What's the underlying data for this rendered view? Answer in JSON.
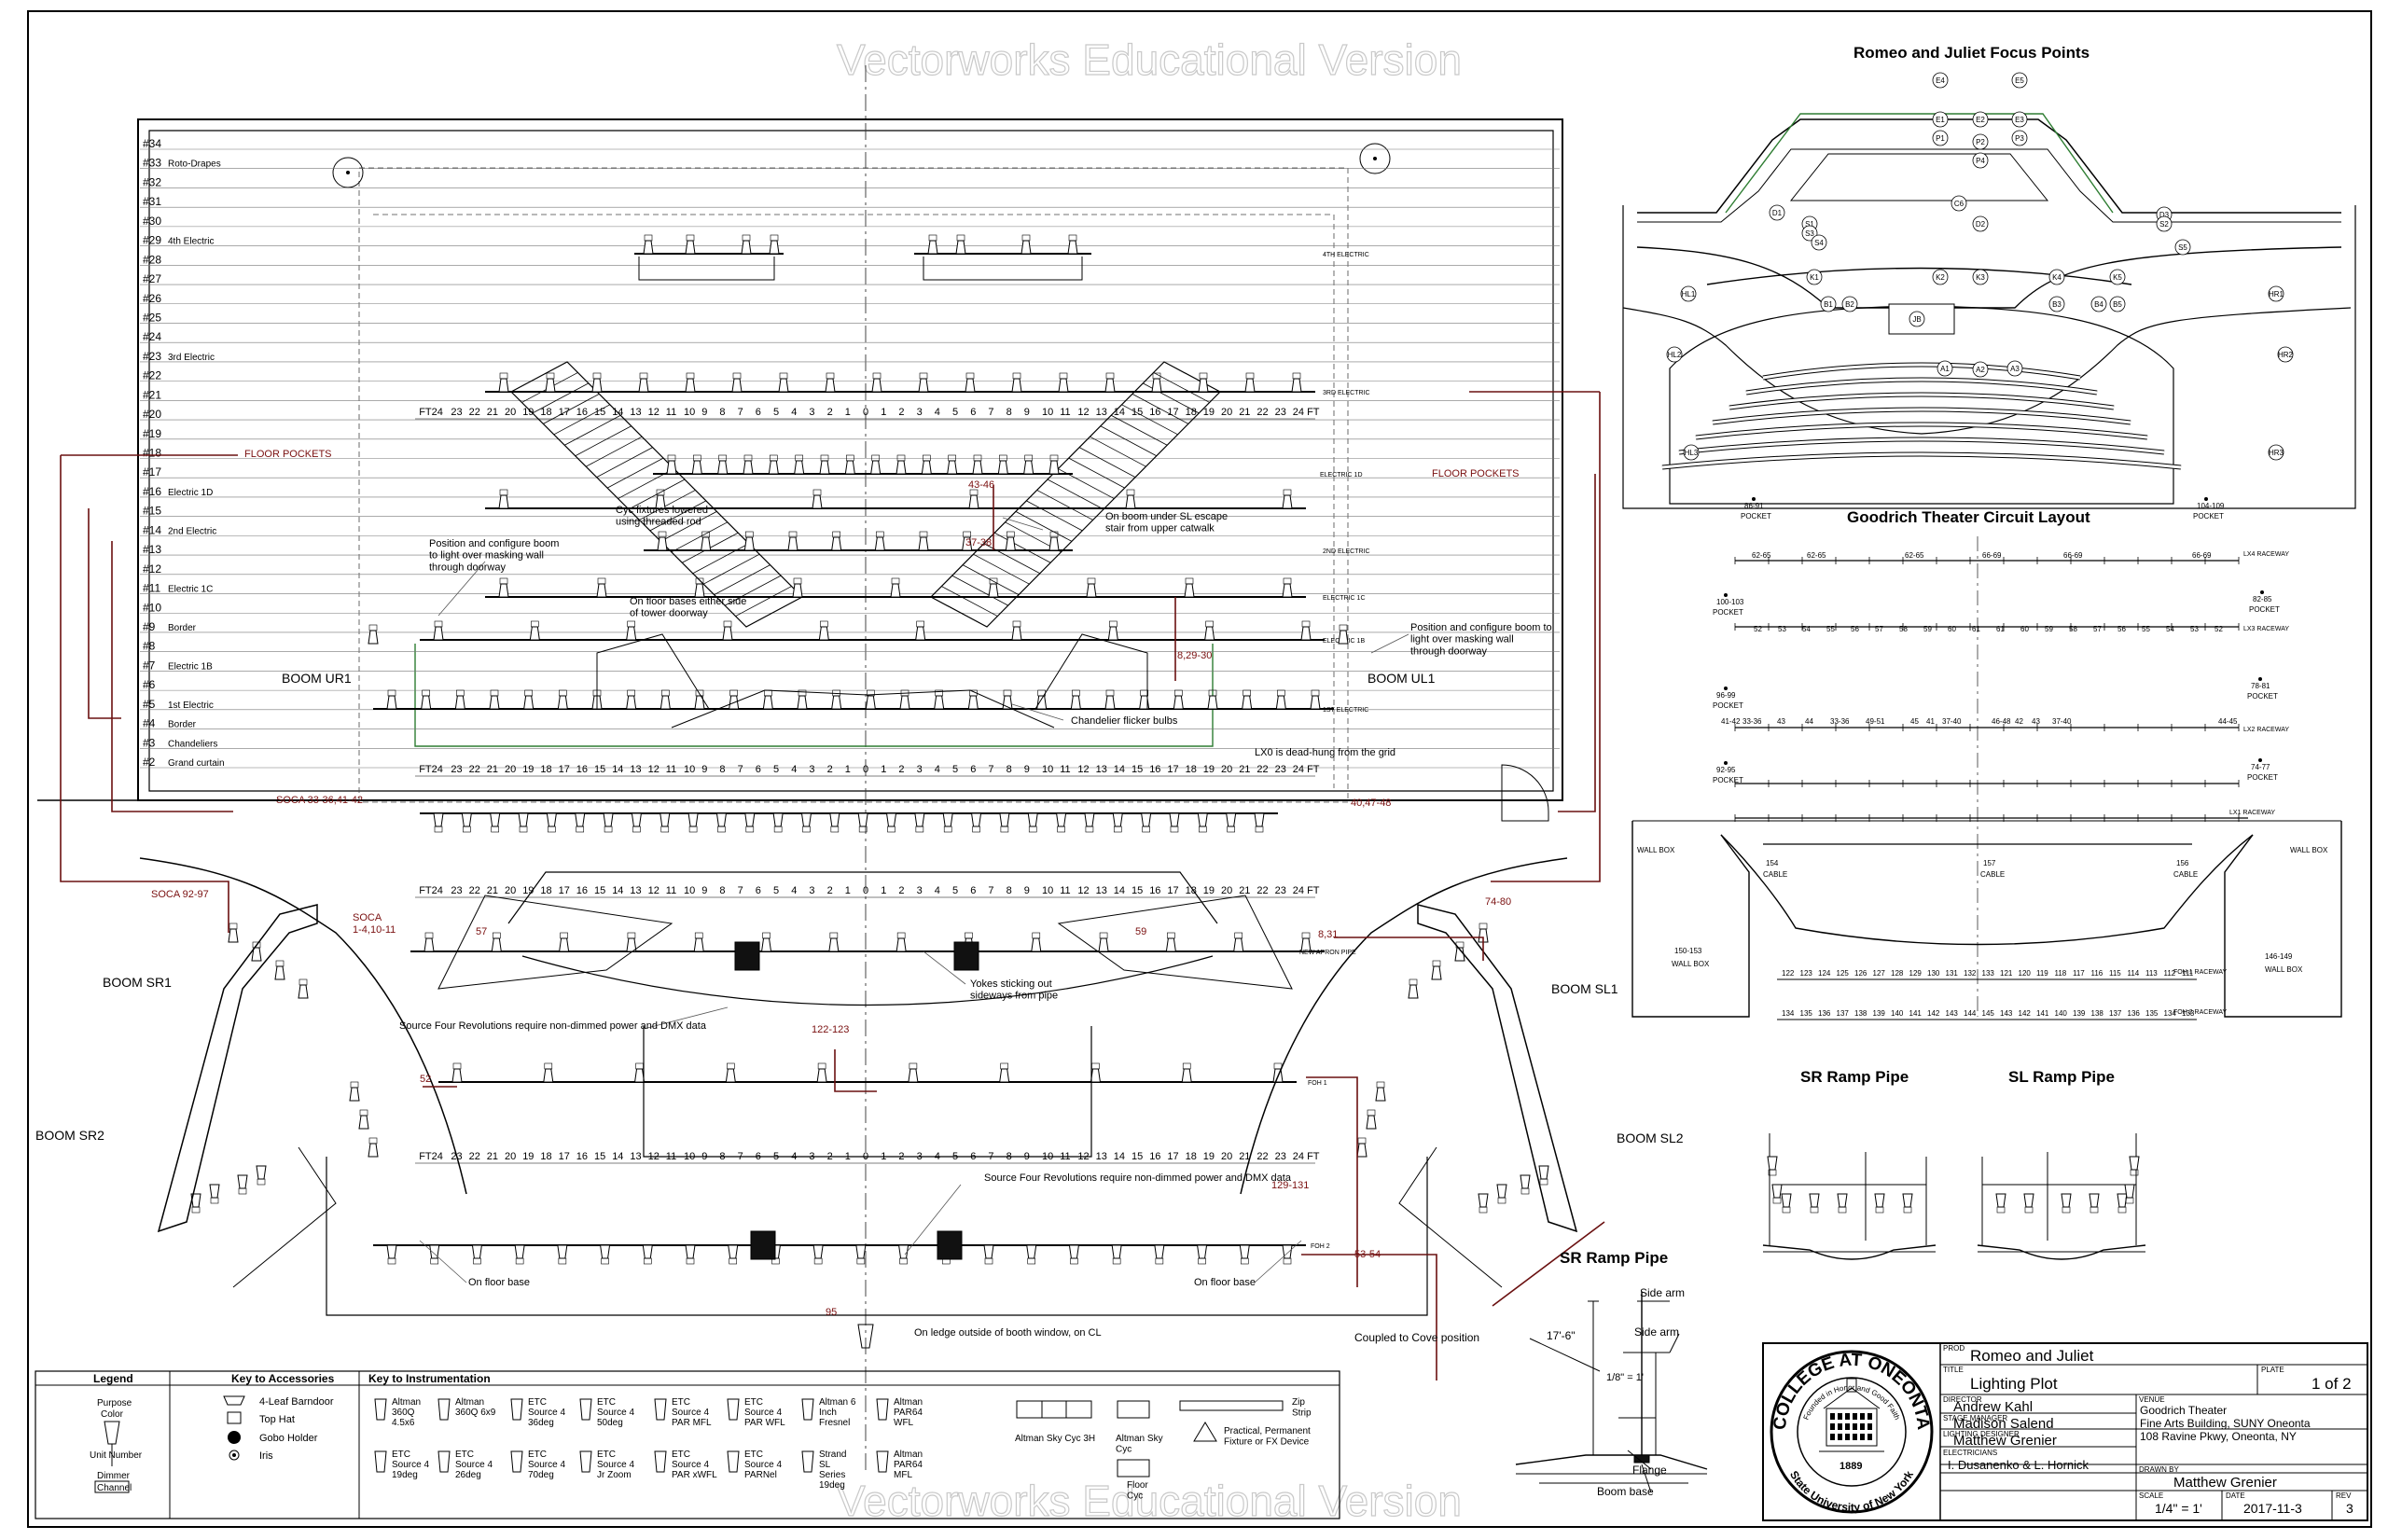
{
  "watermark": "Vectorworks Educational Version",
  "main_plot": {
    "linesets": [
      {
        "num": "#34",
        "name": ""
      },
      {
        "num": "#33",
        "name": "Roto-Drapes"
      },
      {
        "num": "#32",
        "name": ""
      },
      {
        "num": "#31",
        "name": ""
      },
      {
        "num": "#30",
        "name": ""
      },
      {
        "num": "#29",
        "name": "4th Electric"
      },
      {
        "num": "#28",
        "name": ""
      },
      {
        "num": "#27",
        "name": ""
      },
      {
        "num": "#26",
        "name": ""
      },
      {
        "num": "#25",
        "name": ""
      },
      {
        "num": "#24",
        "name": ""
      },
      {
        "num": "#23",
        "name": "3rd Electric"
      },
      {
        "num": "#22",
        "name": ""
      },
      {
        "num": "#21",
        "name": ""
      },
      {
        "num": "#20",
        "name": ""
      },
      {
        "num": "#19",
        "name": ""
      },
      {
        "num": "#18",
        "name": ""
      },
      {
        "num": "#17",
        "name": ""
      },
      {
        "num": "#16",
        "name": "Electric 1D"
      },
      {
        "num": "#15",
        "name": ""
      },
      {
        "num": "#14",
        "name": "2nd Electric"
      },
      {
        "num": "#13",
        "name": ""
      },
      {
        "num": "#12",
        "name": ""
      },
      {
        "num": "#11",
        "name": "Electric 1C"
      },
      {
        "num": "#10",
        "name": ""
      },
      {
        "num": "#9",
        "name": "Border"
      },
      {
        "num": "#8",
        "name": ""
      },
      {
        "num": "#7",
        "name": "Electric 1B"
      },
      {
        "num": "#6",
        "name": ""
      },
      {
        "num": "#5",
        "name": "1st Electric"
      },
      {
        "num": "#4",
        "name": "Border"
      },
      {
        "num": "#3",
        "name": "Chandeliers"
      },
      {
        "num": "#2",
        "name": "Grand curtain"
      }
    ],
    "pipe_labels": [
      "4TH ELECTRIC",
      "3RD ELECTRIC",
      "ELECTRIC 1D",
      "2ND ELECTRIC",
      "ELECTRIC 1C",
      "ELECTRIC 1B",
      "1ST ELECTRIC",
      "NEW APRON PIPE",
      "FOH 1",
      "FOH 2"
    ],
    "ft_scale_left": [
      "FT24",
      "23",
      "22",
      "21",
      "20",
      "19",
      "18",
      "17",
      "16",
      "15",
      "14",
      "13",
      "12",
      "11",
      "10",
      "9",
      "8",
      "7",
      "6",
      "5",
      "4",
      "3",
      "2",
      "1",
      "0"
    ],
    "ft_scale_right": [
      "1",
      "2",
      "3",
      "4",
      "5",
      "6",
      "7",
      "8",
      "9",
      "10",
      "11",
      "12",
      "13",
      "14",
      "15",
      "16",
      "17",
      "18",
      "19",
      "20",
      "21",
      "22",
      "23",
      "24 FT"
    ],
    "booms": [
      "BOOM UR1",
      "BOOM UL1",
      "BOOM SR1",
      "BOOM SL1",
      "BOOM SR2",
      "BOOM SL2"
    ],
    "circuit_refs": [
      "FLOOR POCKETS",
      "FLOOR POCKETS",
      "43-46",
      "37-38",
      "8,29-30",
      "SOCA 33-36,41-42",
      "40,47-48",
      "SOCA 92-97",
      "74-80",
      "SOCA",
      "1-4,10-11",
      "57",
      "59",
      "8,31",
      "122-123",
      "52",
      "129-131",
      "53-54",
      "95"
    ],
    "notes": [
      "Cyc fixtures lowered using threaded rod",
      "On boom under SL escape stair from upper catwalk",
      "Position and configure boom to light over masking wall through doorway",
      "On floor bases either side of tower doorway",
      "Position and configure boom to light over masking wall through doorway",
      "Chandelier flicker bulbs",
      "LX0 is dead-hung from the grid",
      "Yokes sticking out sideways from pipe",
      "Source Four Revolutions require non-dimmed power and DMX data",
      "Source Four Revolutions require non-dimmed power and DMX data",
      "On floor base",
      "On floor base",
      "On ledge outside of booth window, on CL"
    ]
  },
  "focus_points": {
    "title": "Romeo and Juliet Focus Points",
    "labels": [
      "E4",
      "E5",
      "E1",
      "E2",
      "E3",
      "P1",
      "P2",
      "P3",
      "P4",
      "C6",
      "D1",
      "D2",
      "D3",
      "S1",
      "S2",
      "S3",
      "S4",
      "S5",
      "K1",
      "K2",
      "K3",
      "K4",
      "K5",
      "B1",
      "B2",
      "B3",
      "B4",
      "B5",
      "JB",
      "HL1",
      "HL2",
      "HL3",
      "HR1",
      "HR2",
      "HR3",
      "A1",
      "A2",
      "A3"
    ]
  },
  "circuit_layout": {
    "title": "Goodrich Theater Circuit Layout",
    "pockets": [
      "86-91 POCKET",
      "104-109 POCKET",
      "100-103 POCKET",
      "82-85 POCKET",
      "96-99 POCKET",
      "78-81 POCKET",
      "92-95 POCKET",
      "74-77 POCKET"
    ],
    "raceway_labels": [
      "LX4 RACEWAY",
      "LX3 RACEWAY",
      "LX2 RACEWAY",
      "LX1 RACEWAY",
      "FOH 1 RACEWAY",
      "FOH 2 RACEWAY"
    ],
    "lx4": [
      "62-65",
      "62-65",
      "62-65",
      "66-69",
      "66-69",
      "66-69"
    ],
    "lx3": [
      "52",
      "53",
      "54",
      "55",
      "56",
      "57",
      "58",
      "59",
      "60",
      "61",
      "61",
      "60",
      "59",
      "58",
      "57",
      "56",
      "55",
      "54",
      "53",
      "52"
    ],
    "lx2": [
      "41-42",
      "33-36",
      "43",
      "44",
      "33-36",
      "49-51",
      "45",
      "41",
      "37-40",
      "46-48",
      "42",
      "43",
      "37-40",
      "44-45"
    ],
    "wall_boxes": [
      "WALL BOX",
      "WALL BOX",
      "150-153 WALL BOX",
      "146-149 WALL BOX"
    ],
    "cables": [
      "154 CABLE",
      "157 CABLE",
      "156 CABLE"
    ],
    "foh1": [
      "122",
      "123",
      "124",
      "125",
      "126",
      "127",
      "128",
      "129",
      "130",
      "131",
      "132",
      "133",
      "121",
      "120",
      "119",
      "118",
      "117",
      "116",
      "115",
      "114",
      "113",
      "112",
      "111"
    ],
    "foh2": [
      "134",
      "135",
      "136",
      "137",
      "138",
      "139",
      "140",
      "141",
      "142",
      "143",
      "144",
      "145",
      "143",
      "142",
      "141",
      "140",
      "139",
      "138",
      "137",
      "136",
      "135",
      "134",
      "133"
    ]
  },
  "ramp_pipes": {
    "sr_title": "SR Ramp Pipe",
    "sl_title": "SL Ramp Pipe",
    "detail_title": "SR Ramp Pipe",
    "dim_height": "17'-6\"",
    "scale_note": "1/8\" = 1'",
    "callouts": [
      "Side arm",
      "Side arm",
      "Coupled to Cove position",
      "Flange",
      "Boom base"
    ]
  },
  "legend": {
    "title": "Legend",
    "symbol_labels": [
      "Purpose",
      "Color",
      "Unit Number",
      "Dimmer",
      "Channel"
    ],
    "accessories_title": "Key to Accessories",
    "accessories": [
      "4-Leaf Barndoor",
      "Top Hat",
      "Gobo Holder",
      "Iris"
    ],
    "instrumentation_title": "Key to Instrumentation",
    "instruments": [
      "Altman 360Q 4.5x6",
      "Altman 360Q 6x9",
      "ETC Source 4 36deg",
      "ETC Source 4 50deg",
      "ETC Source 4 PAR MFL",
      "ETC Source 4 PAR WFL",
      "Altman 6 Inch Fresnel",
      "Altman PAR64 WFL",
      "ETC Source 4 19deg",
      "ETC Source 4 26deg",
      "ETC Source 4 70deg",
      "ETC Source 4 Jr Zoom",
      "ETC Source 4 PAR xWFL",
      "ETC Source 4 PARNel",
      "Strand SL Series 19deg",
      "Altman PAR64 MFL"
    ],
    "cyc_items": [
      "Altman Sky Cyc 3H",
      "Altman Sky Cyc",
      "Floor Cyc",
      "Zip Strip"
    ],
    "practical": "Practical, Permanent Fixture or FX Device"
  },
  "title_block": {
    "seal_text": "COLLEGE AT ONEONTA",
    "seal_motto": "Founded in Honor and Good Faith",
    "seal_sub": "State University of New York",
    "seal_year": "1889",
    "prod_label": "PROD",
    "production": "Romeo and Juliet",
    "title_label": "TITLE",
    "title": "Lighting Plot",
    "plate_label": "PLATE",
    "plate": "1 of 2",
    "director_label": "DIRECTOR",
    "director": "Andrew Kahl",
    "venue_label": "VENUE",
    "venue_lines": [
      "Goodrich Theater",
      "Fine Arts Building, SUNY Oneonta",
      "108 Ravine Pkwy, Oneonta, NY"
    ],
    "sm_label": "STAGE MANAGER",
    "stage_manager": "Madison Salend",
    "ld_label": "LIGHTING DESIGNER",
    "lighting_designer": "Matthew Grenier",
    "drawn_label": "DRAWN BY",
    "drawn_by": "Matthew Grenier",
    "elec_label": "ELECTRICIANS",
    "electricians": "I. Dusanenko & L. Hornick",
    "scale_label": "SCALE",
    "scale": "1/4\" = 1'",
    "date_label": "DATE",
    "date": "2017-11-3",
    "rev_label": "REV",
    "rev": "3"
  }
}
